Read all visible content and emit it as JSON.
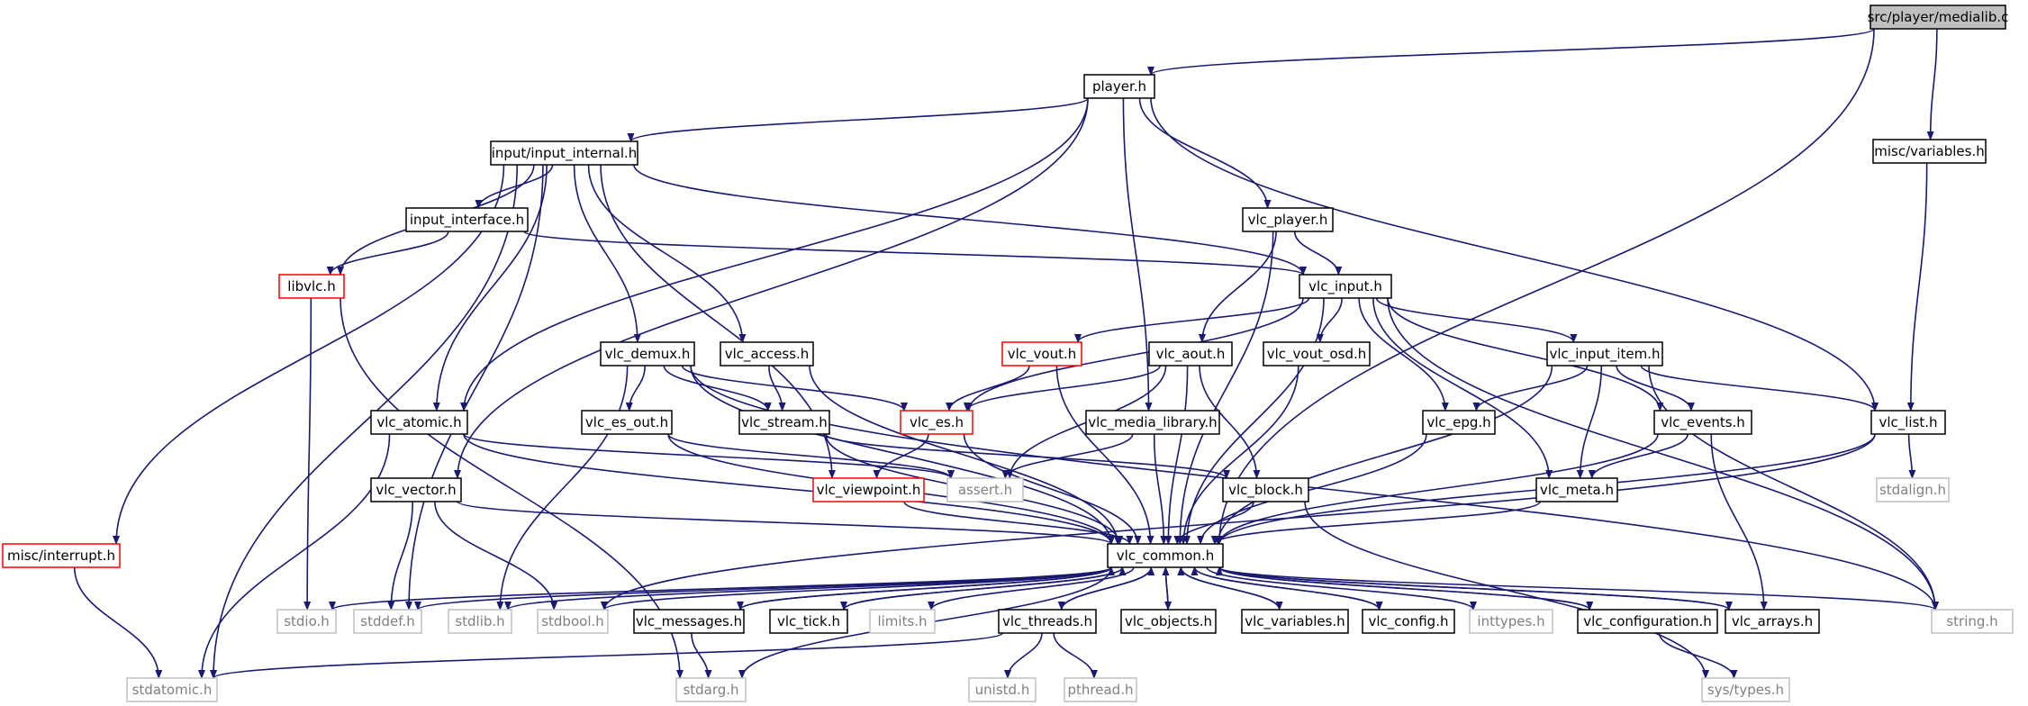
{
  "colors": {
    "edge": "#191970",
    "node_border": "#000000",
    "missing_border": "#bfbfbf",
    "missing_text": "#808080",
    "error_border": "#ff0000",
    "root_fill": "#bfbfbf",
    "node_fill": "#ffffff",
    "text": "#000000"
  },
  "nodes": [
    {
      "id": "root",
      "label": "src/player/medialib.c",
      "kind": "root"
    },
    {
      "id": "player",
      "label": "player.h",
      "kind": "normal"
    },
    {
      "id": "misc_variables",
      "label": "misc/variables.h",
      "kind": "normal"
    },
    {
      "id": "input_internal",
      "label": "input/input_internal.h",
      "kind": "normal"
    },
    {
      "id": "input_interface",
      "label": "input_interface.h",
      "kind": "normal"
    },
    {
      "id": "vlc_player",
      "label": "vlc_player.h",
      "kind": "normal"
    },
    {
      "id": "libvlc",
      "label": "libvlc.h",
      "kind": "error"
    },
    {
      "id": "vlc_input",
      "label": "vlc_input.h",
      "kind": "normal"
    },
    {
      "id": "vlc_demux",
      "label": "vlc_demux.h",
      "kind": "normal"
    },
    {
      "id": "vlc_access",
      "label": "vlc_access.h",
      "kind": "normal"
    },
    {
      "id": "vlc_vout",
      "label": "vlc_vout.h",
      "kind": "error"
    },
    {
      "id": "vlc_aout",
      "label": "vlc_aout.h",
      "kind": "normal"
    },
    {
      "id": "vlc_vout_osd",
      "label": "vlc_vout_osd.h",
      "kind": "normal"
    },
    {
      "id": "vlc_input_item",
      "label": "vlc_input_item.h",
      "kind": "normal"
    },
    {
      "id": "vlc_atomic",
      "label": "vlc_atomic.h",
      "kind": "normal"
    },
    {
      "id": "vlc_es_out",
      "label": "vlc_es_out.h",
      "kind": "normal"
    },
    {
      "id": "vlc_stream",
      "label": "vlc_stream.h",
      "kind": "normal"
    },
    {
      "id": "vlc_es",
      "label": "vlc_es.h",
      "kind": "error"
    },
    {
      "id": "vlc_media_library",
      "label": "vlc_media_library.h",
      "kind": "normal"
    },
    {
      "id": "vlc_epg",
      "label": "vlc_epg.h",
      "kind": "normal"
    },
    {
      "id": "vlc_events",
      "label": "vlc_events.h",
      "kind": "normal"
    },
    {
      "id": "vlc_list",
      "label": "vlc_list.h",
      "kind": "normal"
    },
    {
      "id": "vlc_vector",
      "label": "vlc_vector.h",
      "kind": "normal"
    },
    {
      "id": "vlc_viewpoint",
      "label": "vlc_viewpoint.h",
      "kind": "error"
    },
    {
      "id": "assert",
      "label": "assert.h",
      "kind": "missing"
    },
    {
      "id": "vlc_block",
      "label": "vlc_block.h",
      "kind": "normal"
    },
    {
      "id": "vlc_meta",
      "label": "vlc_meta.h",
      "kind": "normal"
    },
    {
      "id": "stdalign",
      "label": "stdalign.h",
      "kind": "missing"
    },
    {
      "id": "misc_interrupt",
      "label": "misc/interrupt.h",
      "kind": "error"
    },
    {
      "id": "vlc_common",
      "label": "vlc_common.h",
      "kind": "normal"
    },
    {
      "id": "stdio",
      "label": "stdio.h",
      "kind": "missing"
    },
    {
      "id": "stddef",
      "label": "stddef.h",
      "kind": "missing"
    },
    {
      "id": "stdlib",
      "label": "stdlib.h",
      "kind": "missing"
    },
    {
      "id": "stdbool",
      "label": "stdbool.h",
      "kind": "missing"
    },
    {
      "id": "vlc_messages",
      "label": "vlc_messages.h",
      "kind": "normal"
    },
    {
      "id": "vlc_tick",
      "label": "vlc_tick.h",
      "kind": "normal"
    },
    {
      "id": "limits",
      "label": "limits.h",
      "kind": "missing"
    },
    {
      "id": "vlc_threads",
      "label": "vlc_threads.h",
      "kind": "normal"
    },
    {
      "id": "vlc_objects",
      "label": "vlc_objects.h",
      "kind": "normal"
    },
    {
      "id": "vlc_variables",
      "label": "vlc_variables.h",
      "kind": "normal"
    },
    {
      "id": "vlc_config",
      "label": "vlc_config.h",
      "kind": "normal"
    },
    {
      "id": "inttypes",
      "label": "inttypes.h",
      "kind": "missing"
    },
    {
      "id": "vlc_configuration",
      "label": "vlc_configuration.h",
      "kind": "normal"
    },
    {
      "id": "vlc_arrays",
      "label": "vlc_arrays.h",
      "kind": "normal"
    },
    {
      "id": "string",
      "label": "string.h",
      "kind": "missing"
    },
    {
      "id": "stdatomic",
      "label": "stdatomic.h",
      "kind": "missing"
    },
    {
      "id": "stdarg",
      "label": "stdarg.h",
      "kind": "missing"
    },
    {
      "id": "unistd",
      "label": "unistd.h",
      "kind": "missing"
    },
    {
      "id": "pthread",
      "label": "pthread.h",
      "kind": "missing"
    },
    {
      "id": "sys_types",
      "label": "sys/types.h",
      "kind": "missing"
    }
  ],
  "edges": [
    [
      "root",
      "player"
    ],
    [
      "root",
      "misc_variables"
    ],
    [
      "root",
      "vlc_common"
    ],
    [
      "player",
      "input_internal"
    ],
    [
      "player",
      "vlc_player"
    ],
    [
      "player",
      "vlc_media_library"
    ],
    [
      "player",
      "vlc_list"
    ],
    [
      "player",
      "vlc_atomic"
    ],
    [
      "player",
      "vlc_vector"
    ],
    [
      "misc_variables",
      "vlc_list"
    ],
    [
      "input_internal",
      "input_interface"
    ],
    [
      "input_internal",
      "libvlc"
    ],
    [
      "input_internal",
      "vlc_input"
    ],
    [
      "input_internal",
      "vlc_demux"
    ],
    [
      "input_internal",
      "vlc_access"
    ],
    [
      "input_internal",
      "vlc_atomic"
    ],
    [
      "input_internal",
      "vlc_viewpoint"
    ],
    [
      "input_internal",
      "misc_interrupt"
    ],
    [
      "input_internal",
      "stdatomic"
    ],
    [
      "input_internal",
      "stddef"
    ],
    [
      "input_interface",
      "libvlc"
    ],
    [
      "input_interface",
      "vlc_input"
    ],
    [
      "vlc_player",
      "vlc_input"
    ],
    [
      "vlc_player",
      "vlc_aout"
    ],
    [
      "vlc_player",
      "vlc_common"
    ],
    [
      "libvlc",
      "stdio"
    ],
    [
      "libvlc",
      "stdarg"
    ],
    [
      "vlc_input",
      "vlc_vout"
    ],
    [
      "vlc_input",
      "vlc_vout_osd"
    ],
    [
      "vlc_input",
      "vlc_input_item"
    ],
    [
      "vlc_input",
      "vlc_es"
    ],
    [
      "vlc_input",
      "vlc_epg"
    ],
    [
      "vlc_input",
      "vlc_events"
    ],
    [
      "vlc_input",
      "vlc_meta"
    ],
    [
      "vlc_input",
      "vlc_common"
    ],
    [
      "vlc_input",
      "string"
    ],
    [
      "vlc_demux",
      "vlc_es_out"
    ],
    [
      "vlc_demux",
      "vlc_stream"
    ],
    [
      "vlc_demux",
      "vlc_es"
    ],
    [
      "vlc_demux",
      "vlc_common"
    ],
    [
      "vlc_demux",
      "stdlib"
    ],
    [
      "vlc_demux",
      "string"
    ],
    [
      "vlc_access",
      "vlc_stream"
    ],
    [
      "vlc_access",
      "vlc_common"
    ],
    [
      "vlc_vout",
      "vlc_es"
    ],
    [
      "vlc_vout",
      "vlc_common"
    ],
    [
      "vlc_aout",
      "vlc_es"
    ],
    [
      "vlc_aout",
      "vlc_block"
    ],
    [
      "vlc_aout",
      "assert"
    ],
    [
      "vlc_aout",
      "vlc_common"
    ],
    [
      "vlc_vout_osd",
      "vlc_common"
    ],
    [
      "vlc_input_item",
      "vlc_epg"
    ],
    [
      "vlc_input_item",
      "vlc_events"
    ],
    [
      "vlc_input_item",
      "vlc_list"
    ],
    [
      "vlc_input_item",
      "vlc_meta"
    ],
    [
      "vlc_input_item",
      "vlc_common"
    ],
    [
      "vlc_input_item",
      "string"
    ],
    [
      "vlc_atomic",
      "assert"
    ],
    [
      "vlc_atomic",
      "vlc_common"
    ],
    [
      "vlc_atomic",
      "stdatomic"
    ],
    [
      "vlc_es_out",
      "assert"
    ],
    [
      "vlc_es_out",
      "vlc_common"
    ],
    [
      "vlc_stream",
      "vlc_block"
    ],
    [
      "vlc_stream",
      "vlc_common"
    ],
    [
      "vlc_es",
      "vlc_viewpoint"
    ],
    [
      "vlc_es",
      "vlc_common"
    ],
    [
      "vlc_media_library",
      "assert"
    ],
    [
      "vlc_media_library",
      "vlc_common"
    ],
    [
      "vlc_epg",
      "vlc_common"
    ],
    [
      "vlc_events",
      "vlc_meta"
    ],
    [
      "vlc_events",
      "vlc_arrays"
    ],
    [
      "vlc_events",
      "vlc_common"
    ],
    [
      "vlc_list",
      "stdalign"
    ],
    [
      "vlc_list",
      "vlc_common"
    ],
    [
      "vlc_list",
      "stdbool"
    ],
    [
      "vlc_vector",
      "vlc_common"
    ],
    [
      "vlc_vector",
      "stddef"
    ],
    [
      "vlc_vector",
      "stdbool"
    ],
    [
      "vlc_viewpoint",
      "vlc_common"
    ],
    [
      "vlc_block",
      "vlc_common"
    ],
    [
      "vlc_block",
      "sys_types"
    ],
    [
      "vlc_meta",
      "vlc_common"
    ],
    [
      "misc_interrupt",
      "stdatomic"
    ],
    [
      "vlc_common",
      "stdio"
    ],
    [
      "vlc_common",
      "stddef"
    ],
    [
      "vlc_common",
      "stdlib"
    ],
    [
      "vlc_common",
      "stdbool"
    ],
    [
      "vlc_common",
      "vlc_messages"
    ],
    [
      "vlc_common",
      "vlc_tick"
    ],
    [
      "vlc_common",
      "limits"
    ],
    [
      "vlc_common",
      "vlc_threads"
    ],
    [
      "vlc_common",
      "vlc_objects"
    ],
    [
      "vlc_common",
      "vlc_variables"
    ],
    [
      "vlc_common",
      "vlc_config"
    ],
    [
      "vlc_common",
      "inttypes"
    ],
    [
      "vlc_common",
      "vlc_configuration"
    ],
    [
      "vlc_common",
      "vlc_arrays"
    ],
    [
      "vlc_common",
      "string"
    ],
    [
      "vlc_common",
      "stdarg"
    ],
    [
      "vlc_messages",
      "vlc_common"
    ],
    [
      "vlc_messages",
      "stdarg"
    ],
    [
      "vlc_tick",
      "vlc_common"
    ],
    [
      "vlc_threads",
      "vlc_common"
    ],
    [
      "vlc_threads",
      "stdatomic"
    ],
    [
      "vlc_threads",
      "unistd"
    ],
    [
      "vlc_threads",
      "pthread"
    ],
    [
      "vlc_objects",
      "vlc_common"
    ],
    [
      "vlc_variables",
      "vlc_common"
    ],
    [
      "vlc_config",
      "vlc_common"
    ],
    [
      "vlc_configuration",
      "vlc_common"
    ],
    [
      "vlc_configuration",
      "sys_types"
    ],
    [
      "vlc_arrays",
      "vlc_common"
    ]
  ]
}
